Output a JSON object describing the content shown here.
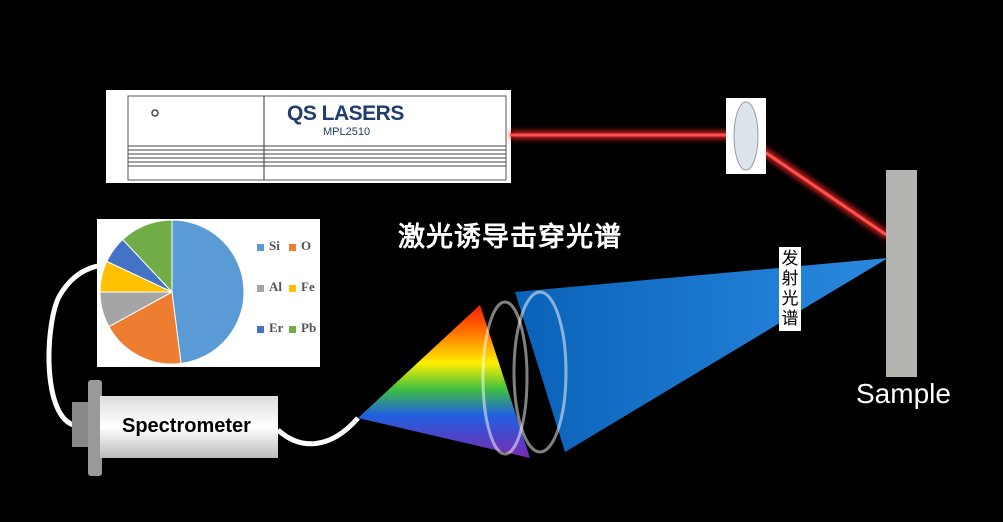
{
  "title": "激光诱导击穿光谱",
  "emission_label": "发射光谱",
  "sample_label": "Sample",
  "spectrometer_label": "Spectrometer",
  "laser": {
    "brand": "QS LASERS",
    "model": "MPL2510"
  },
  "chart_data": {
    "type": "pie",
    "categories": [
      "Si",
      "O",
      "Al",
      "Fe",
      "Er",
      "Pb"
    ],
    "values": [
      48,
      19,
      8,
      7,
      6,
      12
    ],
    "colors": [
      "#5b9bd5",
      "#ed7d31",
      "#a5a5a5",
      "#ffc000",
      "#4472c4",
      "#70ad47"
    ],
    "legend_position": "right"
  },
  "colors": {
    "laser_beam": "#ff2020",
    "emission": "#1a6fc0"
  }
}
